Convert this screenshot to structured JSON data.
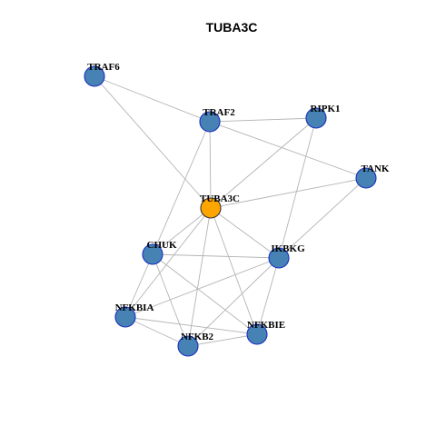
{
  "title": "TUBA3C",
  "colors": {
    "node_fill": "#4682b4",
    "node_stroke": "#1a2fbf",
    "hub_fill": "#ffa500",
    "hub_stroke": "#333333",
    "edge": "#b4b4b4"
  },
  "nodes": [
    {
      "id": "TRAF6",
      "label": "TRAF6",
      "hub": false
    },
    {
      "id": "TRAF2",
      "label": "TRAF2",
      "hub": false
    },
    {
      "id": "RIPK1",
      "label": "RIPK1",
      "hub": false
    },
    {
      "id": "TANK",
      "label": "TANK",
      "hub": false
    },
    {
      "id": "TUBA3C",
      "label": "TUBA3C",
      "hub": true
    },
    {
      "id": "CHUK",
      "label": "CHUK",
      "hub": false
    },
    {
      "id": "IKBKG",
      "label": "IKBKG",
      "hub": false
    },
    {
      "id": "NFKBIA",
      "label": "NFKBIA",
      "hub": false
    },
    {
      "id": "NFKBIE",
      "label": "NFKBIE",
      "hub": false
    },
    {
      "id": "NFKB2",
      "label": "NFKB2",
      "hub": false
    }
  ],
  "edges": [
    [
      "TRAF6",
      "TRAF2"
    ],
    [
      "TRAF6",
      "TUBA3C"
    ],
    [
      "TRAF2",
      "RIPK1"
    ],
    [
      "TRAF2",
      "TANK"
    ],
    [
      "TRAF2",
      "TUBA3C"
    ],
    [
      "TRAF2",
      "CHUK"
    ],
    [
      "RIPK1",
      "TUBA3C"
    ],
    [
      "RIPK1",
      "IKBKG"
    ],
    [
      "TANK",
      "TUBA3C"
    ],
    [
      "TANK",
      "IKBKG"
    ],
    [
      "TUBA3C",
      "CHUK"
    ],
    [
      "TUBA3C",
      "IKBKG"
    ],
    [
      "TUBA3C",
      "NFKBIA"
    ],
    [
      "TUBA3C",
      "NFKB2"
    ],
    [
      "TUBA3C",
      "NFKBIE"
    ],
    [
      "CHUK",
      "IKBKG"
    ],
    [
      "CHUK",
      "NFKBIA"
    ],
    [
      "CHUK",
      "NFKB2"
    ],
    [
      "CHUK",
      "NFKBIE"
    ],
    [
      "IKBKG",
      "NFKBIA"
    ],
    [
      "IKBKG",
      "NFKB2"
    ],
    [
      "IKBKG",
      "NFKBIE"
    ],
    [
      "NFKBIA",
      "NFKB2"
    ],
    [
      "NFKBIA",
      "NFKBIE"
    ],
    [
      "NFKB2",
      "NFKBIE"
    ]
  ]
}
